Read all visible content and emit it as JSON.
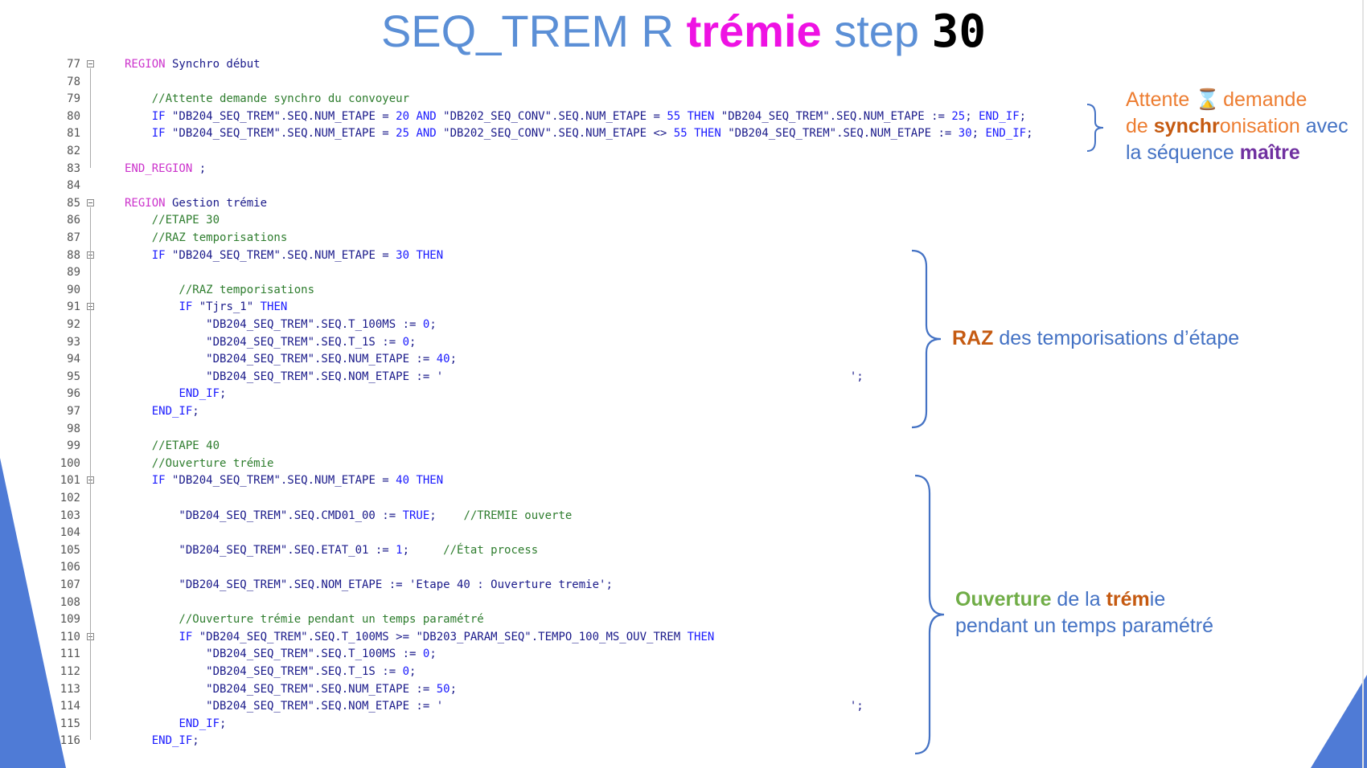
{
  "title": {
    "part1": "SEQ_TREM R ",
    "part2": "trémie",
    "part3": " step ",
    "part4": "30"
  },
  "code_lines": [
    {
      "n": "77",
      "fold": true,
      "tokens": [
        {
          "t": "REGION",
          "c": "rg"
        },
        {
          "t": " Synchro début",
          "c": ""
        }
      ]
    },
    {
      "n": "78",
      "tokens": []
    },
    {
      "n": "79",
      "tokens": [
        {
          "t": "    //Attente demande synchro du convoyeur",
          "c": "cm"
        }
      ]
    },
    {
      "n": "80",
      "tokens": [
        {
          "t": "    ",
          "c": ""
        },
        {
          "t": "IF",
          "c": "kw"
        },
        {
          "t": " \"DB204_SEQ_TREM\".SEQ.NUM_ETAPE = ",
          "c": ""
        },
        {
          "t": "20",
          "c": "num"
        },
        {
          "t": " ",
          "c": ""
        },
        {
          "t": "AND",
          "c": "kw"
        },
        {
          "t": " \"DB202_SEQ_CONV\".SEQ.NUM_ETAPE = ",
          "c": ""
        },
        {
          "t": "55",
          "c": "num"
        },
        {
          "t": " ",
          "c": ""
        },
        {
          "t": "THEN",
          "c": "kw"
        },
        {
          "t": " \"DB204_SEQ_TREM\".SEQ.NUM_ETAPE := ",
          "c": ""
        },
        {
          "t": "25",
          "c": "num"
        },
        {
          "t": "; ",
          "c": ""
        },
        {
          "t": "END_IF",
          "c": "kw"
        },
        {
          "t": ";",
          "c": ""
        }
      ]
    },
    {
      "n": "81",
      "tokens": [
        {
          "t": "    ",
          "c": ""
        },
        {
          "t": "IF",
          "c": "kw"
        },
        {
          "t": " \"DB204_SEQ_TREM\".SEQ.NUM_ETAPE = ",
          "c": ""
        },
        {
          "t": "25",
          "c": "num"
        },
        {
          "t": " ",
          "c": ""
        },
        {
          "t": "AND",
          "c": "kw"
        },
        {
          "t": " \"DB202_SEQ_CONV\".SEQ.NUM_ETAPE <> ",
          "c": ""
        },
        {
          "t": "55",
          "c": "num"
        },
        {
          "t": " ",
          "c": ""
        },
        {
          "t": "THEN",
          "c": "kw"
        },
        {
          "t": " \"DB204_SEQ_TREM\".SEQ.NUM_ETAPE := ",
          "c": ""
        },
        {
          "t": "30",
          "c": "num"
        },
        {
          "t": "; ",
          "c": ""
        },
        {
          "t": "END_IF",
          "c": "kw"
        },
        {
          "t": ";",
          "c": ""
        }
      ]
    },
    {
      "n": "82",
      "tokens": []
    },
    {
      "n": "83",
      "tokens": [
        {
          "t": "END_REGION",
          "c": "rg"
        },
        {
          "t": " ;",
          "c": ""
        }
      ]
    },
    {
      "n": "84",
      "tokens": []
    },
    {
      "n": "85",
      "fold": true,
      "tokens": [
        {
          "t": "REGION",
          "c": "rg"
        },
        {
          "t": " Gestion trémie",
          "c": ""
        }
      ]
    },
    {
      "n": "86",
      "tokens": [
        {
          "t": "    //ETAPE 30",
          "c": "cm"
        }
      ]
    },
    {
      "n": "87",
      "tokens": [
        {
          "t": "    //RAZ temporisations",
          "c": "cm"
        }
      ]
    },
    {
      "n": "88",
      "fold": true,
      "tokens": [
        {
          "t": "    ",
          "c": ""
        },
        {
          "t": "IF",
          "c": "kw"
        },
        {
          "t": " \"DB204_SEQ_TREM\".SEQ.NUM_ETAPE = ",
          "c": ""
        },
        {
          "t": "30",
          "c": "num"
        },
        {
          "t": " ",
          "c": ""
        },
        {
          "t": "THEN",
          "c": "kw"
        }
      ]
    },
    {
      "n": "89",
      "tokens": []
    },
    {
      "n": "90",
      "tokens": [
        {
          "t": "        //RAZ temporisations",
          "c": "cm"
        }
      ]
    },
    {
      "n": "91",
      "fold": true,
      "tokens": [
        {
          "t": "        ",
          "c": ""
        },
        {
          "t": "IF",
          "c": "kw"
        },
        {
          "t": " \"Tjrs_1\" ",
          "c": ""
        },
        {
          "t": "THEN",
          "c": "kw"
        }
      ]
    },
    {
      "n": "92",
      "tokens": [
        {
          "t": "            \"DB204_SEQ_TREM\".SEQ.T_100MS := ",
          "c": ""
        },
        {
          "t": "0",
          "c": "num"
        },
        {
          "t": ";",
          "c": ""
        }
      ]
    },
    {
      "n": "93",
      "tokens": [
        {
          "t": "            \"DB204_SEQ_TREM\".SEQ.T_1S := ",
          "c": ""
        },
        {
          "t": "0",
          "c": "num"
        },
        {
          "t": ";",
          "c": ""
        }
      ]
    },
    {
      "n": "94",
      "tokens": [
        {
          "t": "            \"DB204_SEQ_TREM\".SEQ.NUM_ETAPE := ",
          "c": ""
        },
        {
          "t": "40",
          "c": "num"
        },
        {
          "t": ";",
          "c": ""
        }
      ]
    },
    {
      "n": "95",
      "tokens": [
        {
          "t": "            \"DB204_SEQ_TREM\".SEQ.NOM_ETAPE := '                                                            ';",
          "c": ""
        }
      ]
    },
    {
      "n": "96",
      "tokens": [
        {
          "t": "        ",
          "c": ""
        },
        {
          "t": "END_IF",
          "c": "kw"
        },
        {
          "t": ";",
          "c": ""
        }
      ]
    },
    {
      "n": "97",
      "tokens": [
        {
          "t": "    ",
          "c": ""
        },
        {
          "t": "END_IF",
          "c": "kw"
        },
        {
          "t": ";",
          "c": ""
        }
      ]
    },
    {
      "n": "98",
      "tokens": []
    },
    {
      "n": "99",
      "tokens": [
        {
          "t": "    //ETAPE 40",
          "c": "cm"
        }
      ]
    },
    {
      "n": "100",
      "tokens": [
        {
          "t": "    //Ouverture trémie",
          "c": "cm"
        }
      ]
    },
    {
      "n": "101",
      "fold": true,
      "tokens": [
        {
          "t": "    ",
          "c": ""
        },
        {
          "t": "IF",
          "c": "kw"
        },
        {
          "t": " \"DB204_SEQ_TREM\".SEQ.NUM_ETAPE = ",
          "c": ""
        },
        {
          "t": "40",
          "c": "num"
        },
        {
          "t": " ",
          "c": ""
        },
        {
          "t": "THEN",
          "c": "kw"
        }
      ]
    },
    {
      "n": "102",
      "tokens": []
    },
    {
      "n": "103",
      "tokens": [
        {
          "t": "        \"DB204_SEQ_TREM\".SEQ.CMD01_00 := ",
          "c": ""
        },
        {
          "t": "TRUE",
          "c": "kw"
        },
        {
          "t": ";    ",
          "c": ""
        },
        {
          "t": "//TREMIE ouverte",
          "c": "cm"
        }
      ]
    },
    {
      "n": "104",
      "tokens": []
    },
    {
      "n": "105",
      "tokens": [
        {
          "t": "        \"DB204_SEQ_TREM\".SEQ.ETAT_01 := ",
          "c": ""
        },
        {
          "t": "1",
          "c": "num"
        },
        {
          "t": ";     ",
          "c": ""
        },
        {
          "t": "//État process",
          "c": "cm"
        }
      ]
    },
    {
      "n": "106",
      "tokens": []
    },
    {
      "n": "107",
      "tokens": [
        {
          "t": "        \"DB204_SEQ_TREM\".SEQ.NOM_ETAPE := 'Etape 40 : Ouverture tremie';",
          "c": ""
        }
      ]
    },
    {
      "n": "108",
      "tokens": []
    },
    {
      "n": "109",
      "tokens": [
        {
          "t": "        //Ouverture trémie pendant un temps paramétré",
          "c": "cm"
        }
      ]
    },
    {
      "n": "110",
      "fold": true,
      "tokens": [
        {
          "t": "        ",
          "c": ""
        },
        {
          "t": "IF",
          "c": "kw"
        },
        {
          "t": " \"DB204_SEQ_TREM\".SEQ.T_100MS >= \"DB203_PARAM_SEQ\".TEMPO_100_MS_OUV_TREM ",
          "c": ""
        },
        {
          "t": "THEN",
          "c": "kw"
        }
      ]
    },
    {
      "n": "111",
      "tokens": [
        {
          "t": "            \"DB204_SEQ_TREM\".SEQ.T_100MS := ",
          "c": ""
        },
        {
          "t": "0",
          "c": "num"
        },
        {
          "t": ";",
          "c": ""
        }
      ]
    },
    {
      "n": "112",
      "tokens": [
        {
          "t": "            \"DB204_SEQ_TREM\".SEQ.T_1S := ",
          "c": ""
        },
        {
          "t": "0",
          "c": "num"
        },
        {
          "t": ";",
          "c": ""
        }
      ]
    },
    {
      "n": "113",
      "tokens": [
        {
          "t": "            \"DB204_SEQ_TREM\".SEQ.NUM_ETAPE := ",
          "c": ""
        },
        {
          "t": "50",
          "c": "num"
        },
        {
          "t": ";",
          "c": ""
        }
      ]
    },
    {
      "n": "114",
      "tokens": [
        {
          "t": "            \"DB204_SEQ_TREM\".SEQ.NOM_ETAPE := '                                                            ';",
          "c": ""
        }
      ]
    },
    {
      "n": "115",
      "tokens": [
        {
          "t": "        ",
          "c": ""
        },
        {
          "t": "END_IF",
          "c": "kw"
        },
        {
          "t": ";",
          "c": ""
        }
      ]
    },
    {
      "n": "116",
      "tokens": [
        {
          "t": "    ",
          "c": ""
        },
        {
          "t": "END_IF",
          "c": "kw"
        },
        {
          "t": ";",
          "c": ""
        }
      ]
    }
  ],
  "annotations": {
    "sync": {
      "l1a": "Attente ",
      "l1b": " demande",
      "icon": "hourglass-icon",
      "l2a": "de ",
      "l2b": "synchr",
      "l2c": "onisation",
      "l2d": " avec",
      "l3a": "la séquence ",
      "l3b": "maître"
    },
    "raz": {
      "a": "RAZ",
      "b": " des temporisations d’étape"
    },
    "ouverture": {
      "a": "Ouverture",
      "b": " de la ",
      "c": "trém",
      "d": "ie",
      "line2": "pendant un temps paramétré"
    }
  },
  "colors": {
    "title_blue": "#5b8fd6",
    "title_magenta": "#ee12e3",
    "brace_blue": "#4472c4",
    "deco_blue": "#4f7bd6"
  }
}
